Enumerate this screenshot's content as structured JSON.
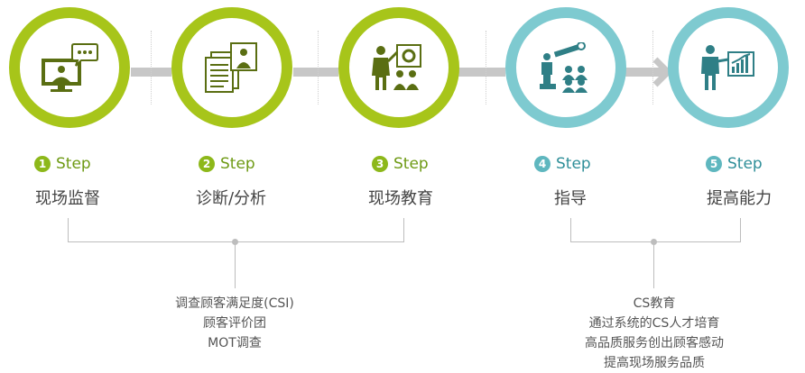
{
  "steps": [
    {
      "number": "1",
      "word": "Step",
      "title": "现场监督",
      "color": "green",
      "icon": "monitor-chat-icon"
    },
    {
      "number": "2",
      "word": "Step",
      "title": "诊断/分析",
      "color": "green",
      "icon": "documents-person-icon"
    },
    {
      "number": "3",
      "word": "Step",
      "title": "现场教育",
      "color": "green",
      "icon": "presenter-board-icon"
    },
    {
      "number": "4",
      "word": "Step",
      "title": "指导",
      "color": "teal",
      "icon": "telescope-guide-icon"
    },
    {
      "number": "5",
      "word": "Step",
      "title": "提高能力",
      "color": "teal",
      "icon": "growth-chart-icon"
    }
  ],
  "group_left": {
    "lines": [
      "调查顾客满足度(CSI)",
      "顾客评价团",
      "MOT调查"
    ]
  },
  "group_right": {
    "lines": [
      "CS教育",
      "通过系统的CS人才培育",
      "高品质服务创出顾客感动",
      "提高现场服务品质"
    ]
  },
  "colors": {
    "green": "#a7c51a",
    "teal": "#7ecad0",
    "icon_green": "#5a6e12",
    "icon_teal": "#2f7f86",
    "connector": "#c7c7c7"
  }
}
